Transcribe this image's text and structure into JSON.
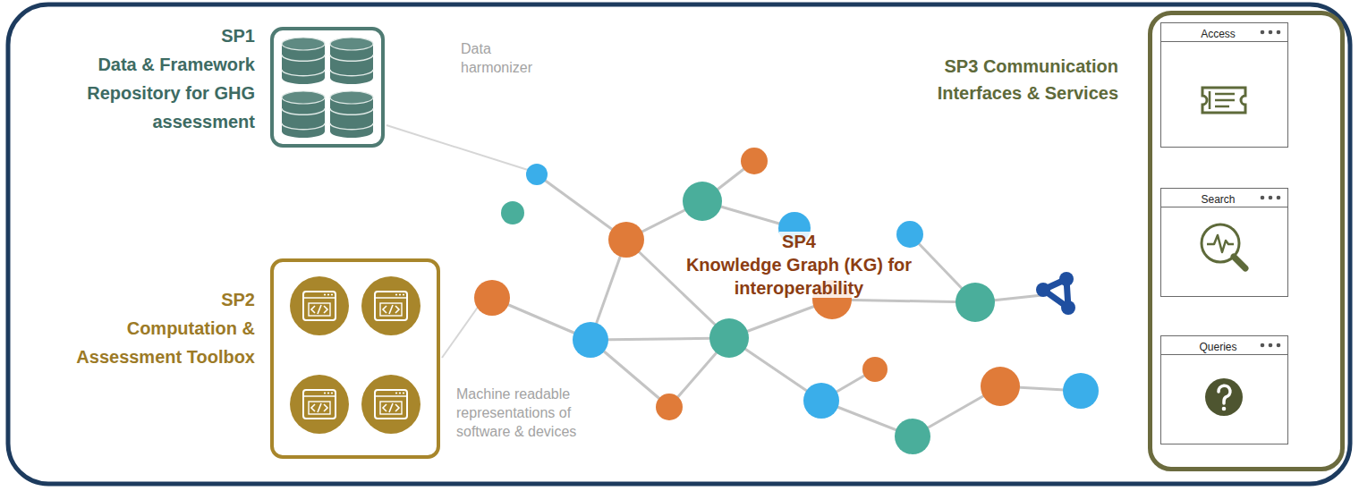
{
  "diagram": {
    "nodes": [
      {
        "text": [
          "SP1",
          "Data & Framework Repository for GHG assessment"
        ]
      },
      {
        "text": [
          "SP2",
          "Computation & Assessment Toolbox"
        ]
      },
      {
        "text": [
          "SP3 Communication Interfaces & Services"
        ]
      },
      {
        "text": [
          "Access"
        ],
        "in": 2
      },
      {
        "text": [
          "Search"
        ],
        "in": 2
      },
      {
        "text": [
          "Queries"
        ],
        "in": 2
      }
    ],
    "labels": [
      "Data harmonizer",
      "Machine readable representations of software & devices",
      "SP4",
      "Knowledge Graph (KG) for interoperability"
    ]
  }
}
